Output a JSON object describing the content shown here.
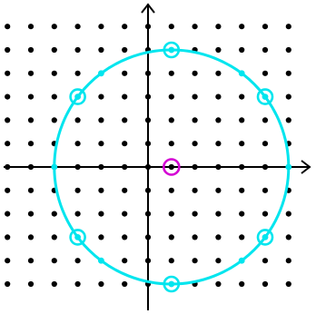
{
  "grid": {
    "x_range": [
      -6,
      6
    ],
    "y_range": [
      -5,
      6
    ],
    "dot_color": "#000000"
  },
  "axes": {
    "color": "#000000",
    "arrow_x": "right",
    "arrow_y": "up"
  },
  "circle": {
    "center": [
      1,
      0
    ],
    "radius": 5,
    "color": "#00e5ee"
  },
  "lattice_points_on_circle": [
    [
      1,
      5
    ],
    [
      5,
      3
    ],
    [
      6,
      0
    ],
    [
      5,
      -3
    ],
    [
      1,
      -5
    ],
    [
      -3,
      -3
    ],
    [
      -4,
      0
    ],
    [
      -3,
      3
    ],
    [
      4,
      4
    ],
    [
      4,
      -4
    ],
    [
      -2,
      4
    ],
    [
      -2,
      -4
    ]
  ],
  "highlighted_points": [
    [
      1,
      5
    ],
    [
      5,
      3
    ],
    [
      5,
      -3
    ],
    [
      1,
      -5
    ],
    [
      -3,
      -3
    ],
    [
      -3,
      3
    ]
  ],
  "center_marker": {
    "point": [
      1,
      0
    ],
    "color": "#d400d4"
  }
}
